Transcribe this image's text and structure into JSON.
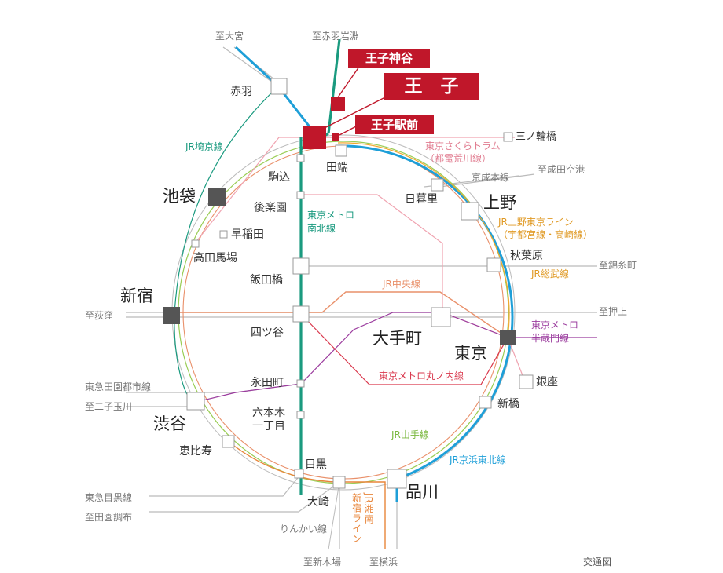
{
  "highlight": {
    "ojikamiya": "王子神谷",
    "oji": "王　子",
    "ojiekimae": "王子駅前"
  },
  "stations": {
    "akabane": "赤羽",
    "tabata": "田端",
    "komagome": "駒込",
    "korakuen": "後楽園",
    "ikebukuro": "池袋",
    "waseda": "早稲田",
    "takadanobaba": "高田馬場",
    "iidabashi": "飯田橋",
    "shinjuku": "新宿",
    "yotsuya": "四ツ谷",
    "nagatacho": "永田町",
    "roppongi": "六本木\n一丁目",
    "shibuya": "渋谷",
    "ebisu": "恵比寿",
    "meguro": "目黒",
    "osaki": "大崎",
    "shinagawa": "品川",
    "shinbashi": "新橋",
    "ginza": "銀座",
    "tokyo": "東京",
    "otemachi": "大手町",
    "akihabara": "秋葉原",
    "ueno": "上野",
    "nippori": "日暮里",
    "minowabashi": "三ノ輪橋"
  },
  "lines": {
    "saikyo": "JR埼京線",
    "namboku": "東京メトロ\n南北線",
    "toden": "東京さくらトラム\n（都電荒川線）",
    "keisei": "京成本線",
    "ueno_tokyo": "JR上野東京ライン\n（宇都宮線・高崎線）",
    "sobu": "JR総武線",
    "chuo": "JR中央線",
    "hanzomon": "東京メトロ\n半蔵門線",
    "marunouchi": "東京メトロ丸ノ内線",
    "den_en_toshi": "東急田園都市線",
    "yamanote": "JR山手線",
    "keihin_tohoku": "JR京浜東北線",
    "meguro_line": "東急目黒線",
    "rinkai": "りんかい線",
    "shonan_shinjuku": "JR湘南\n新宿ライン"
  },
  "destinations": {
    "omiya": "至大宮",
    "akabane_iwabuchi": "至赤羽岩淵",
    "narita_airport": "至成田空港",
    "kinshicho": "至錦糸町",
    "oshiage": "至押上",
    "ogikubo": "至荻窪",
    "futako_tamagawa": "至二子玉川",
    "denenchofu": "至田園調布",
    "shinkiba": "至新木場",
    "yokohama": "至横浜"
  },
  "caption": "交通図",
  "colors": {
    "highlight": "#c0172a",
    "namboku": "#1a9a7f",
    "keihin_tohoku": "#1e9fd8",
    "yamanote": "#9acd55",
    "chuo": "#e9906a",
    "ueno_tokyo": "#f0a830",
    "toden": "#f08a9c",
    "hanzomon": "#9b3c9e",
    "marunouchi": "#d9374c",
    "shonan": "#e8853a",
    "gray_line": "#bbbbbb",
    "major_station": "#555555"
  }
}
